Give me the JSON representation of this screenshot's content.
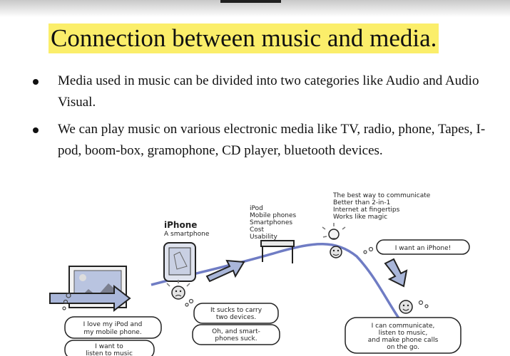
{
  "slide": {
    "title": "Connection between music and media.",
    "bullets": [
      {
        "text": "Media used in music can be divided into two categories like Audio and Audio Visual."
      },
      {
        "text": "We can play music on various electronic media like  TV, radio, phone, Tapes, I-pod, boom-box, gramophone, CD player, bluetooth devices."
      }
    ]
  },
  "illustration": {
    "iphone_title": "iPhone",
    "iphone_subtitle": "A smartphone",
    "features": [
      "iPod",
      "Mobile phones",
      "Smartphones",
      "Cost",
      "Usability"
    ],
    "benefits": [
      "The best way to communicate",
      "Better than 2-in-1",
      "Internet at fingertips",
      "Works like magic"
    ],
    "bubbles": {
      "love_line1": "I love my iPod and",
      "love_line2": "my mobile phone.",
      "want_line1": "I want to",
      "want_line2": "listen to music",
      "sucks_line1": "It sucks to carry",
      "sucks_line2": "two devices.",
      "smart_line1": "Oh, and smart-",
      "smart_line2": "phones suck.",
      "want_iphone": "I want an iPhone!",
      "can_line1": "I can communicate,",
      "can_line2": "listen to music,",
      "can_line3": "and make phone calls",
      "can_line4": "on the go."
    }
  }
}
